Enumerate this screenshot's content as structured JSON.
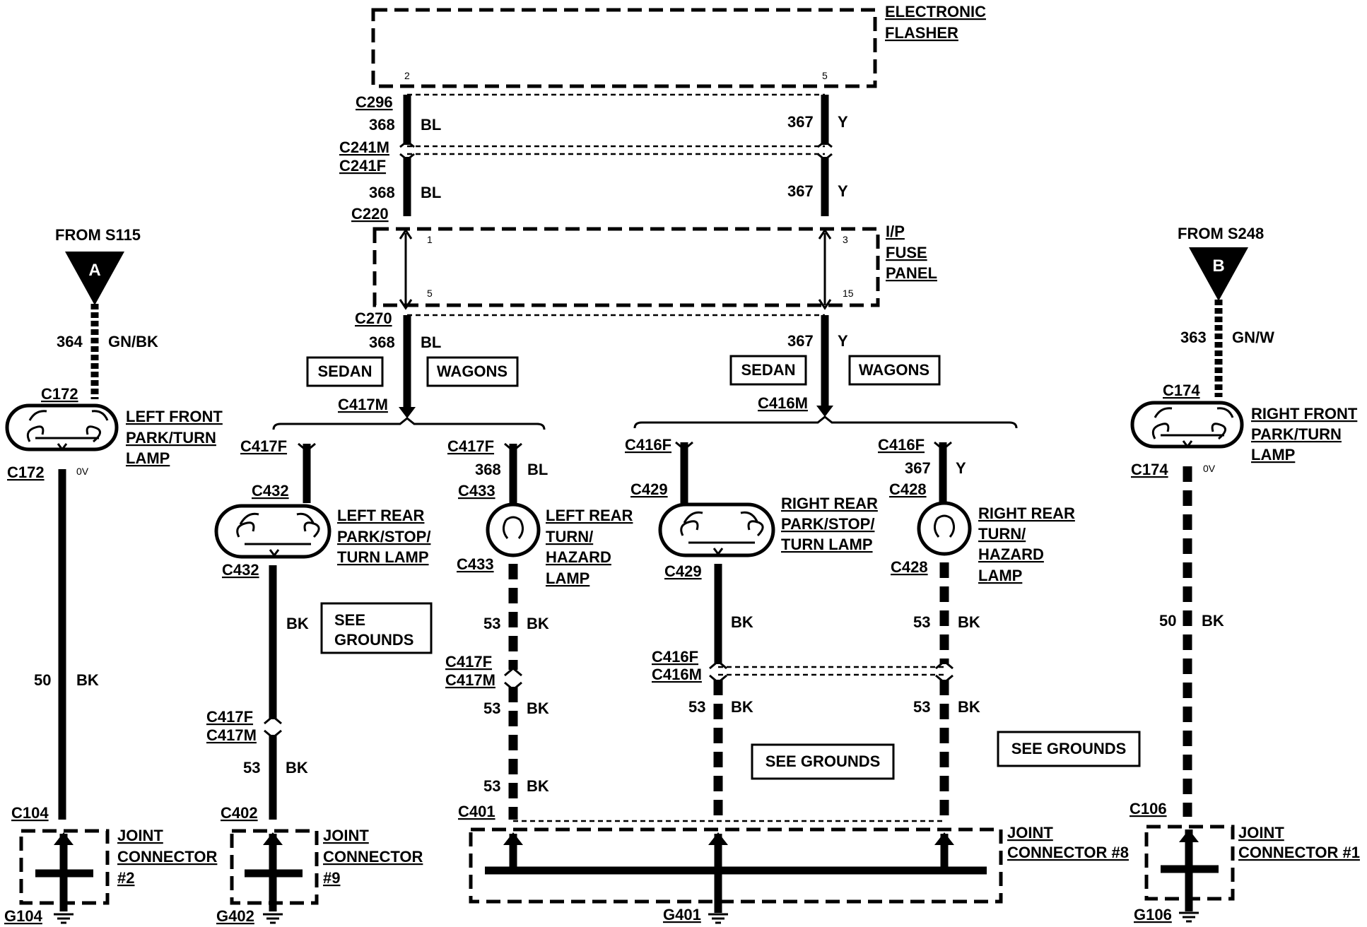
{
  "flasher": {
    "line1": "ELECTRONIC",
    "line2": "FLASHER",
    "pin_left": "2",
    "pin_right": "5"
  },
  "fuse_panel": {
    "line1": "I/P",
    "line2": "FUSE",
    "line3": "PANEL",
    "pin_tl": "1",
    "pin_bl": "5",
    "pin_tr": "3",
    "pin_br": "15"
  },
  "connectors": {
    "c296": "C296",
    "c241m": "C241M",
    "c241f": "C241F",
    "c220": "C220",
    "c270": "C270",
    "c417m": "C417M",
    "c416m": "C416M",
    "c417f_a": "C417F",
    "c417f_b": "C417F",
    "c416f_a": "C416F",
    "c416f_b": "C416F",
    "c432_top": "C432",
    "c432_bot": "C432",
    "c433_top": "C433",
    "c433_bot": "C433",
    "c429_top": "C429",
    "c429_bot": "C429",
    "c428_top": "C428",
    "c428_bot": "C428",
    "c172_top": "C172",
    "c172_bot": "C172",
    "c174_top": "C174",
    "c174_bot": "C174",
    "c417f_c": "C417F",
    "c417m_c": "C417M",
    "c417f_d": "C417F",
    "c417m_d": "C417M",
    "c416f_c": "C416F",
    "c416m_c": "C416M",
    "c104": "C104",
    "c402": "C402",
    "c401": "C401",
    "c106": "C106"
  },
  "wires": {
    "w368": "368",
    "bl": "BL",
    "w367": "367",
    "y": "Y",
    "w364": "364",
    "gnbk": "GN/BK",
    "w363": "363",
    "gnw": "GN/W",
    "w50": "50",
    "w53": "53",
    "bk": "BK",
    "ov": "0V"
  },
  "sources": {
    "left_from": "FROM S115",
    "left_letter": "A",
    "right_from": "FROM S248",
    "right_letter": "B"
  },
  "boxes": {
    "sedan": "SEDAN",
    "wagons": "WAGONS",
    "see": "SEE",
    "grounds": "GROUNDS",
    "see_grounds": "SEE GROUNDS"
  },
  "lamps": {
    "lf": [
      "LEFT FRONT",
      "PARK/TURN",
      "LAMP"
    ],
    "rf": [
      "RIGHT FRONT",
      "PARK/TURN",
      "LAMP"
    ],
    "lr_pst": [
      "LEFT REAR",
      "PARK/STOP/",
      "TURN LAMP"
    ],
    "lr_th": [
      "LEFT REAR",
      "TURN/",
      "HAZARD",
      "LAMP"
    ],
    "rr_pst": [
      "RIGHT REAR",
      "PARK/STOP/",
      "TURN LAMP"
    ],
    "rr_th": [
      "RIGHT REAR",
      "TURN/",
      "HAZARD",
      "LAMP"
    ]
  },
  "joints": {
    "j2": [
      "JOINT",
      "CONNECTOR",
      "#2"
    ],
    "j9": [
      "JOINT",
      "CONNECTOR",
      "#9"
    ],
    "j8": [
      "JOINT",
      "CONNECTOR #8"
    ],
    "j1": [
      "JOINT",
      "CONNECTOR #1"
    ]
  },
  "grounds": {
    "g104": "G104",
    "g402": "G402",
    "g401": "G401",
    "g106": "G106"
  }
}
